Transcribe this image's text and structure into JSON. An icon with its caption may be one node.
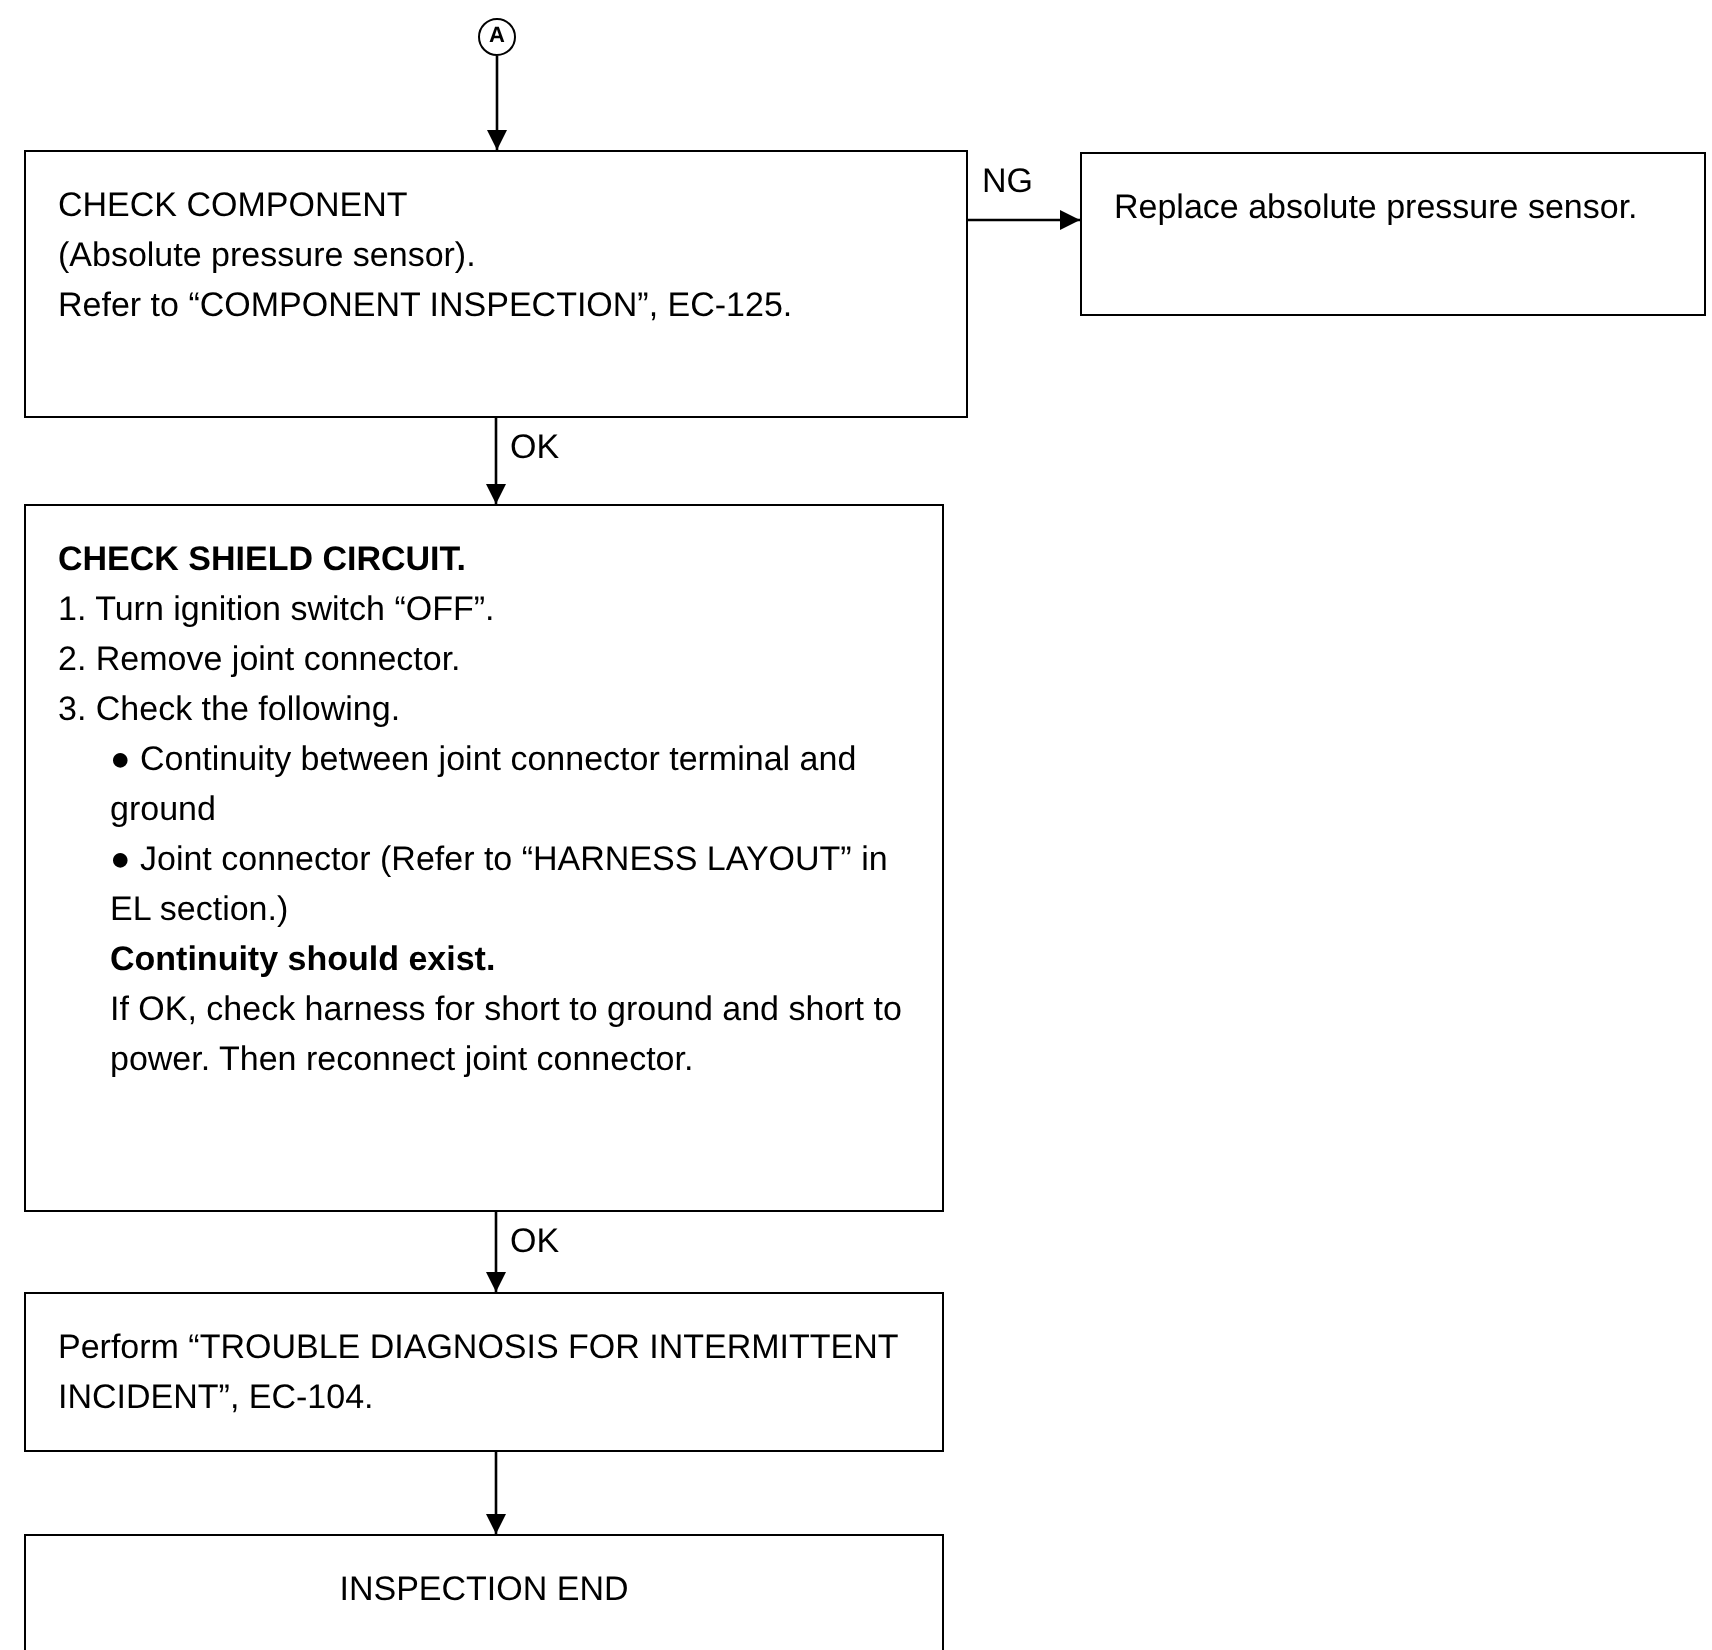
{
  "diagram": {
    "nodes": [
      {
        "text": [
          "A"
        ]
      },
      {
        "text": [
          "CHECK COMPONENT",
          "(Absolute pressure sensor).",
          "Refer to “COMPONENT INSPECTION”, EC-125."
        ]
      },
      {
        "text": [
          "Replace absolute pressure sensor."
        ]
      },
      {
        "text": [
          "CHECK SHIELD CIRCUIT.",
          "1. Turn ignition switch “OFF”.",
          "2. Remove joint connector.",
          "3. Check the following.",
          "● Continuity between joint connector terminal and ground",
          "● Joint connector (Refer to “HARNESS LAYOUT” in EL section.)",
          "Continuity should exist.",
          "If OK, check harness for short to ground and short to power. Then reconnect joint connector."
        ]
      },
      {
        "text": [
          "Perform “TROUBLE DIAGNOSIS FOR INTERMITTENT INCIDENT”, EC-104."
        ]
      },
      {
        "text": [
          "INSPECTION END"
        ]
      }
    ],
    "edges": [
      {
        "from": 0,
        "to": 1,
        "arrow": "to"
      },
      {
        "from": 1,
        "to": 2,
        "arrow": "to",
        "label": "NG"
      },
      {
        "from": 1,
        "to": 3,
        "arrow": "to",
        "label": "OK"
      },
      {
        "from": 3,
        "to": 4,
        "arrow": "to",
        "label": "OK"
      },
      {
        "from": 4,
        "to": 5,
        "arrow": "to"
      }
    ]
  }
}
